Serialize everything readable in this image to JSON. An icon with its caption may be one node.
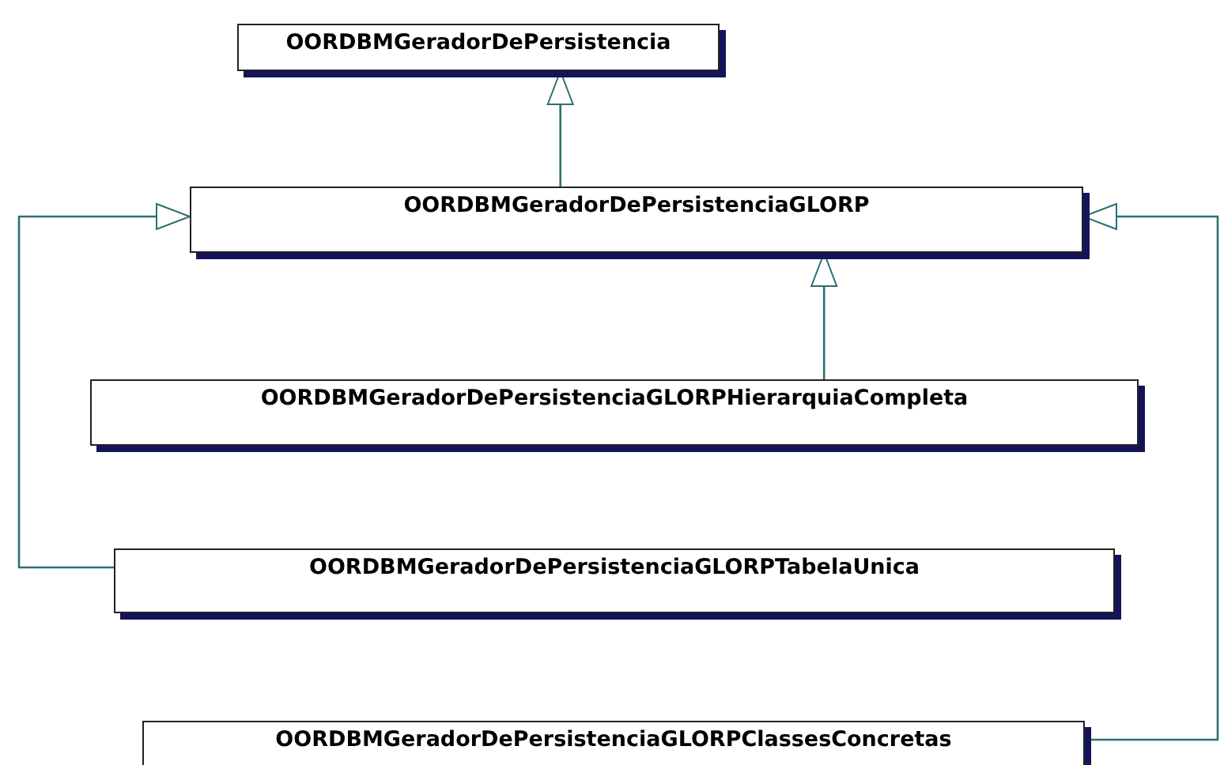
{
  "diagram": {
    "nodes": [
      {
        "text": [
          "OORDBMGeradorDePersistencia"
        ]
      },
      {
        "text": [
          "OORDBMGeradorDePersistenciaGLORP"
        ]
      },
      {
        "text": [
          "OORDBMGeradorDePersistenciaGLORPHierarquiaCompleta"
        ]
      },
      {
        "text": [
          "OORDBMGeradorDePersistenciaGLORPTabelaUnica"
        ]
      },
      {
        "text": [
          "OORDBMGeradorDePersistenciaGLORPClassesConcretas"
        ]
      }
    ],
    "edges": [
      {
        "from": 1,
        "to": 0,
        "arrow": "to"
      },
      {
        "from": 2,
        "to": 1,
        "arrow": "to"
      },
      {
        "from": 3,
        "to": 1,
        "arrow": "to"
      },
      {
        "from": 4,
        "to": 1,
        "arrow": "to"
      }
    ]
  }
}
